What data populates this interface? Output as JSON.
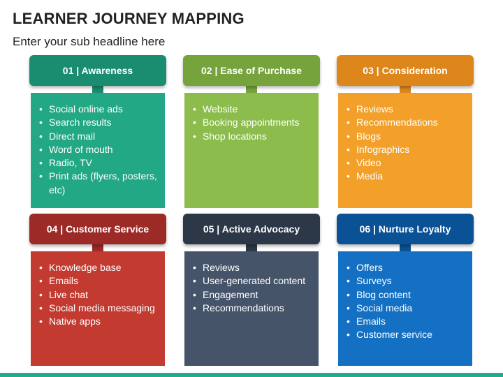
{
  "title": "LEARNER JOURNEY MAPPING",
  "subtitle": "Enter your sub headline here",
  "colors": {
    "footer": "#1fae8c"
  },
  "cards": [
    {
      "heading": "01 | Awareness",
      "header_color": "#1a8c70",
      "body_color": "#22a884",
      "items": [
        "Social online ads",
        "Search results",
        "Direct mail",
        "Word of mouth",
        "Radio, TV",
        "Print ads (flyers, posters, etc)"
      ]
    },
    {
      "heading": "02 | Ease of Purchase",
      "header_color": "#76a33c",
      "body_color": "#8cbc4c",
      "items": [
        "Website",
        "Booking appointments",
        "Shop locations"
      ]
    },
    {
      "heading": "03 | Consideration",
      "header_color": "#dd861c",
      "body_color": "#f2a029",
      "items": [
        "Reviews",
        "Recommendations",
        "Blogs",
        "Infographics",
        "Video",
        "Media"
      ]
    },
    {
      "heading": "04 | Customer Service",
      "header_color": "#9c2a26",
      "body_color": "#c23a30",
      "items": [
        "Knowledge base",
        "Emails",
        "Live chat",
        "Social media messaging",
        "Native apps"
      ]
    },
    {
      "heading": "05 | Active Advocacy",
      "header_color": "#2c3848",
      "body_color": "#46546a",
      "items": [
        "Reviews",
        "User-generated content",
        "Engagement",
        "Recommendations"
      ]
    },
    {
      "heading": "06 | Nurture Loyalty",
      "header_color": "#0b5196",
      "body_color": "#1470c2",
      "items": [
        "Offers",
        "Surveys",
        "Blog content",
        "Social media",
        "Emails",
        "Customer service"
      ]
    }
  ]
}
